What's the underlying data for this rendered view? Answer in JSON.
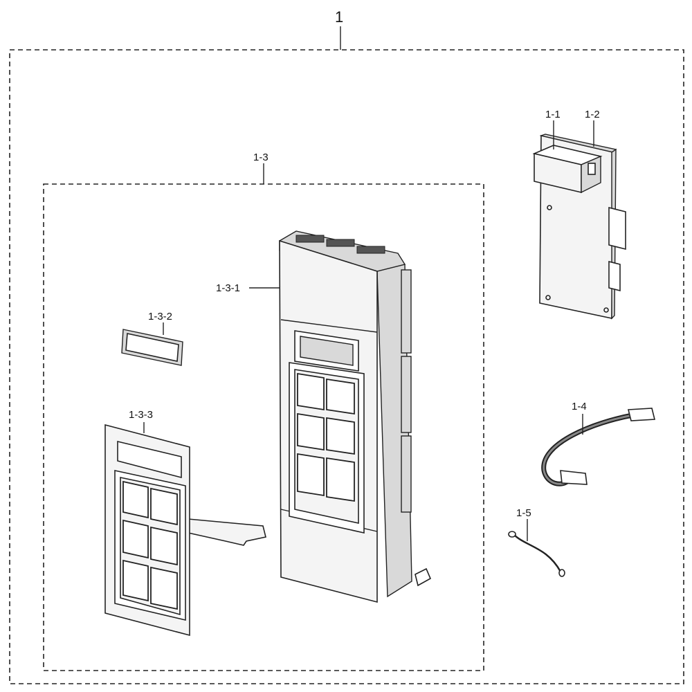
{
  "labels": {
    "assembly": "1",
    "pcb_cover": "1-1",
    "pcb": "1-2",
    "control_sub_assembly": "1-3",
    "control_panel": "1-3-1",
    "window": "1-3-2",
    "membrane_keypad": "1-3-3",
    "wire_harness": "1-4",
    "ground_wire": "1-5"
  }
}
